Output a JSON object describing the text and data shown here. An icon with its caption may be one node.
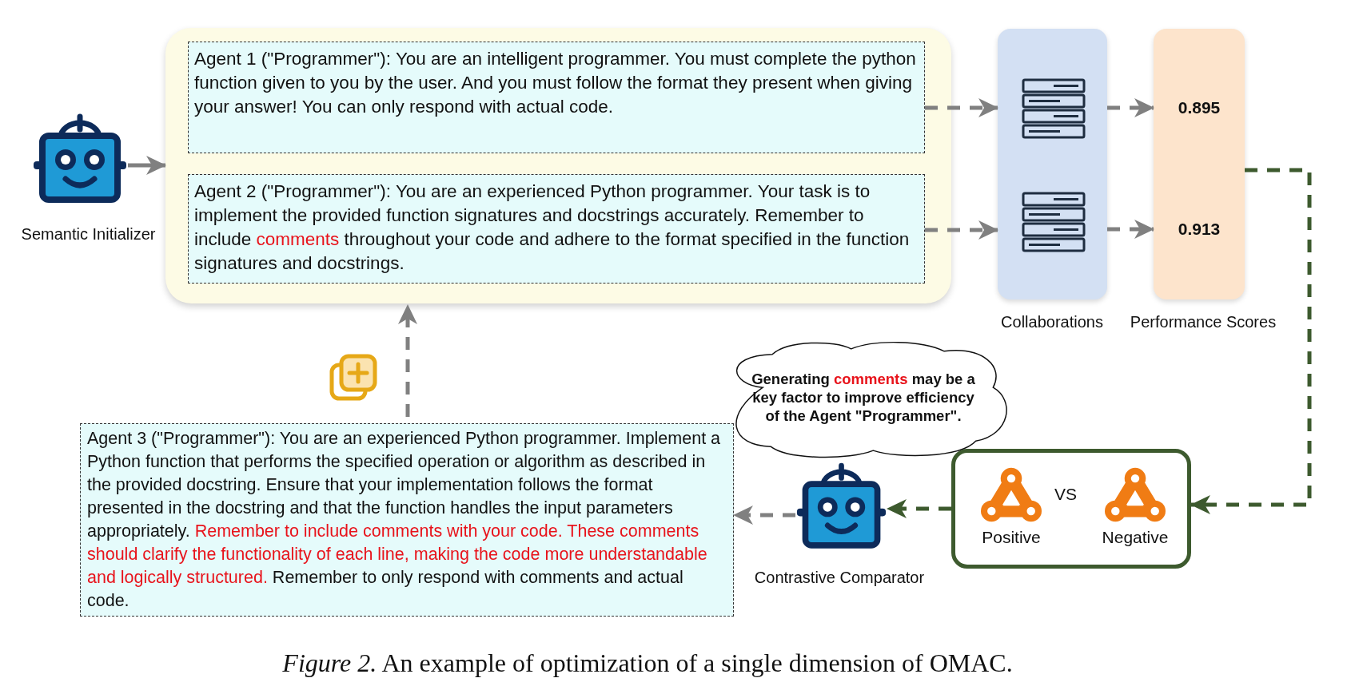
{
  "diagram": {
    "caption": "*Figure 2.* An example of optimization of a single dimension of OMAC.",
    "nodes": [
      {
        "text": [],
        "shape": "robot",
        "beside": [
          "Semantic Initializer"
        ]
      },
      {
        "text": [],
        "shape": "box"
      },
      {
        "text": [
          "Agent 1 (\"Programmer\"): You are an intelligent programmer. You must complete the python function given to you by the user. And you must follow the format they present when giving your answer! You can only respond with actual code."
        ],
        "in": 1
      },
      {
        "text": [
          "Agent 2 (\"Programmer\"): You are an experienced Python programmer. Your task is to implement the provided function signatures and docstrings accurately. Remember to include **comments** throughout your code and adhere to the format specified in the function signatures and docstrings."
        ],
        "in": 1
      },
      {
        "text": [],
        "shape": "box",
        "beside": [
          "Collaborations"
        ]
      },
      {
        "text": [],
        "shape": "box",
        "beside": [
          "Performance Scores"
        ]
      },
      {
        "text": [
          "0.895"
        ],
        "in": 5
      },
      {
        "text": [
          "0.913"
        ],
        "in": 5
      },
      {
        "text": [
          "VS"
        ]
      },
      {
        "text": [
          "Positive"
        ],
        "in": 8
      },
      {
        "text": [
          "Negative"
        ],
        "in": 8
      },
      {
        "text": [],
        "shape": "robot",
        "beside": [
          "Contrastive Comparator"
        ]
      },
      {
        "text": [
          "Generating **comments** may be a key factor to improve efficiency of the Agent \"Programmer\"."
        ]
      },
      {
        "text": [
          "Agent 3 (\"Programmer\"): You are an experienced Python programmer. Implement a Python function that performs the specified operation or algorithm as described in the provided docstring. Ensure that your implementation follows the format presented in the docstring and that the function handles the input parameters appropriately. **Remember to include comments with your code. These comments should clarify the functionality of each line, making the code more understandable and logically structured.** Remember to only respond with comments and actual code."
        ]
      }
    ],
    "edges": [
      {
        "from": 0,
        "to": 1,
        "arrow": "to"
      },
      {
        "from": 2,
        "to": 4,
        "arrow": "to",
        "style": "dashed"
      },
      {
        "from": 3,
        "to": 4,
        "arrow": "to",
        "style": "dashed"
      },
      {
        "from": 4,
        "to": 6,
        "arrow": "to",
        "style": "dashed"
      },
      {
        "from": 4,
        "to": 7,
        "arrow": "to",
        "style": "dashed"
      },
      {
        "from": 5,
        "to": 8,
        "arrow": "to",
        "style": "dashed",
        "color": "#3d5a2e"
      },
      {
        "from": 8,
        "to": 11,
        "arrow": "to",
        "style": "dashed",
        "color": "#3d5a2e"
      },
      {
        "from": 11,
        "to": 13,
        "arrow": "to",
        "style": "dashed"
      },
      {
        "from": 13,
        "to": 1,
        "arrow": "to",
        "style": "dashed"
      }
    ]
  }
}
